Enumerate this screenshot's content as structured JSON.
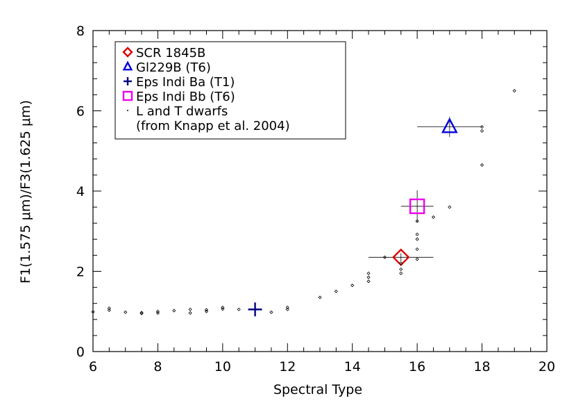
{
  "chart_data": {
    "type": "scatter",
    "title": "",
    "xlabel": "Spectral Type",
    "ylabel": "F1(1.575 μm)/F3(1.625 μm)",
    "xlim": [
      6,
      20
    ],
    "ylim": [
      0,
      8
    ],
    "x_ticks": [
      6,
      8,
      10,
      12,
      14,
      16,
      18,
      20
    ],
    "y_ticks": [
      0,
      2,
      4,
      6,
      8
    ],
    "grid": false,
    "legend_position": "top-left",
    "legend": [
      {
        "label": "SCR 1845B",
        "marker": "diamond",
        "color": "#dd0000"
      },
      {
        "label": "Gl229B (T6)",
        "marker": "triangle",
        "color": "#0000dd"
      },
      {
        "label": "Eps Indi Ba (T1)",
        "marker": "plus",
        "color": "#000080"
      },
      {
        "label": "Eps Indi Bb (T6)",
        "marker": "square",
        "color": "#ee00ee"
      },
      {
        "label": "L and T dwarfs",
        "marker": "dot",
        "color": "#000000"
      },
      {
        "label": "(from Knapp et al. 2004)",
        "marker": "none",
        "color": "#000000"
      }
    ],
    "series": [
      {
        "name": "SCR 1845B",
        "marker": "diamond",
        "color": "#dd0000",
        "points": [
          {
            "x": 15.5,
            "y": 2.35,
            "xerr": 1.0,
            "yerr": 0.1
          }
        ]
      },
      {
        "name": "Gl229B (T6)",
        "marker": "triangle",
        "color": "#0000dd",
        "points": [
          {
            "x": 17.0,
            "y": 5.6,
            "xerr": 1.0,
            "yerr": 0.25
          }
        ]
      },
      {
        "name": "Eps Indi Ba (T1)",
        "marker": "plus",
        "color": "#000080",
        "points": [
          {
            "x": 11.0,
            "y": 1.05,
            "xerr": 0.0,
            "yerr": 0.15
          }
        ]
      },
      {
        "name": "Eps Indi Bb (T6)",
        "marker": "square",
        "color": "#ee00ee",
        "points": [
          {
            "x": 16.0,
            "y": 3.62,
            "xerr": 0.5,
            "yerr": 0.4
          }
        ]
      },
      {
        "name": "L and T dwarfs",
        "marker": "dot",
        "color": "#000000",
        "points": [
          [
            6.0,
            0.99
          ],
          [
            6.5,
            1.03
          ],
          [
            6.5,
            1.08
          ],
          [
            7.0,
            0.98
          ],
          [
            7.5,
            0.95
          ],
          [
            7.5,
            0.97
          ],
          [
            8.0,
            0.96
          ],
          [
            8.0,
            1.0
          ],
          [
            8.5,
            1.02
          ],
          [
            9.0,
            0.96
          ],
          [
            9.0,
            1.05
          ],
          [
            9.5,
            1.0
          ],
          [
            9.5,
            1.04
          ],
          [
            10.0,
            1.06
          ],
          [
            10.0,
            1.1
          ],
          [
            10.5,
            1.05
          ],
          [
            11.5,
            0.98
          ],
          [
            12.0,
            1.05
          ],
          [
            12.0,
            1.1
          ],
          [
            13.0,
            1.35
          ],
          [
            13.5,
            1.5
          ],
          [
            14.0,
            1.65
          ],
          [
            14.5,
            1.75
          ],
          [
            14.5,
            1.85
          ],
          [
            14.5,
            1.95
          ],
          [
            15.0,
            2.35
          ],
          [
            15.5,
            1.95
          ],
          [
            15.5,
            2.05
          ],
          [
            15.5,
            2.2
          ],
          [
            16.0,
            2.3
          ],
          [
            16.0,
            2.55
          ],
          [
            16.0,
            2.8
          ],
          [
            16.0,
            2.92
          ],
          [
            16.0,
            3.25
          ],
          [
            16.5,
            3.35
          ],
          [
            17.0,
            3.6
          ],
          [
            18.0,
            4.65
          ],
          [
            18.0,
            5.5
          ],
          [
            18.0,
            5.6
          ],
          [
            19.0,
            6.5
          ]
        ]
      }
    ]
  }
}
